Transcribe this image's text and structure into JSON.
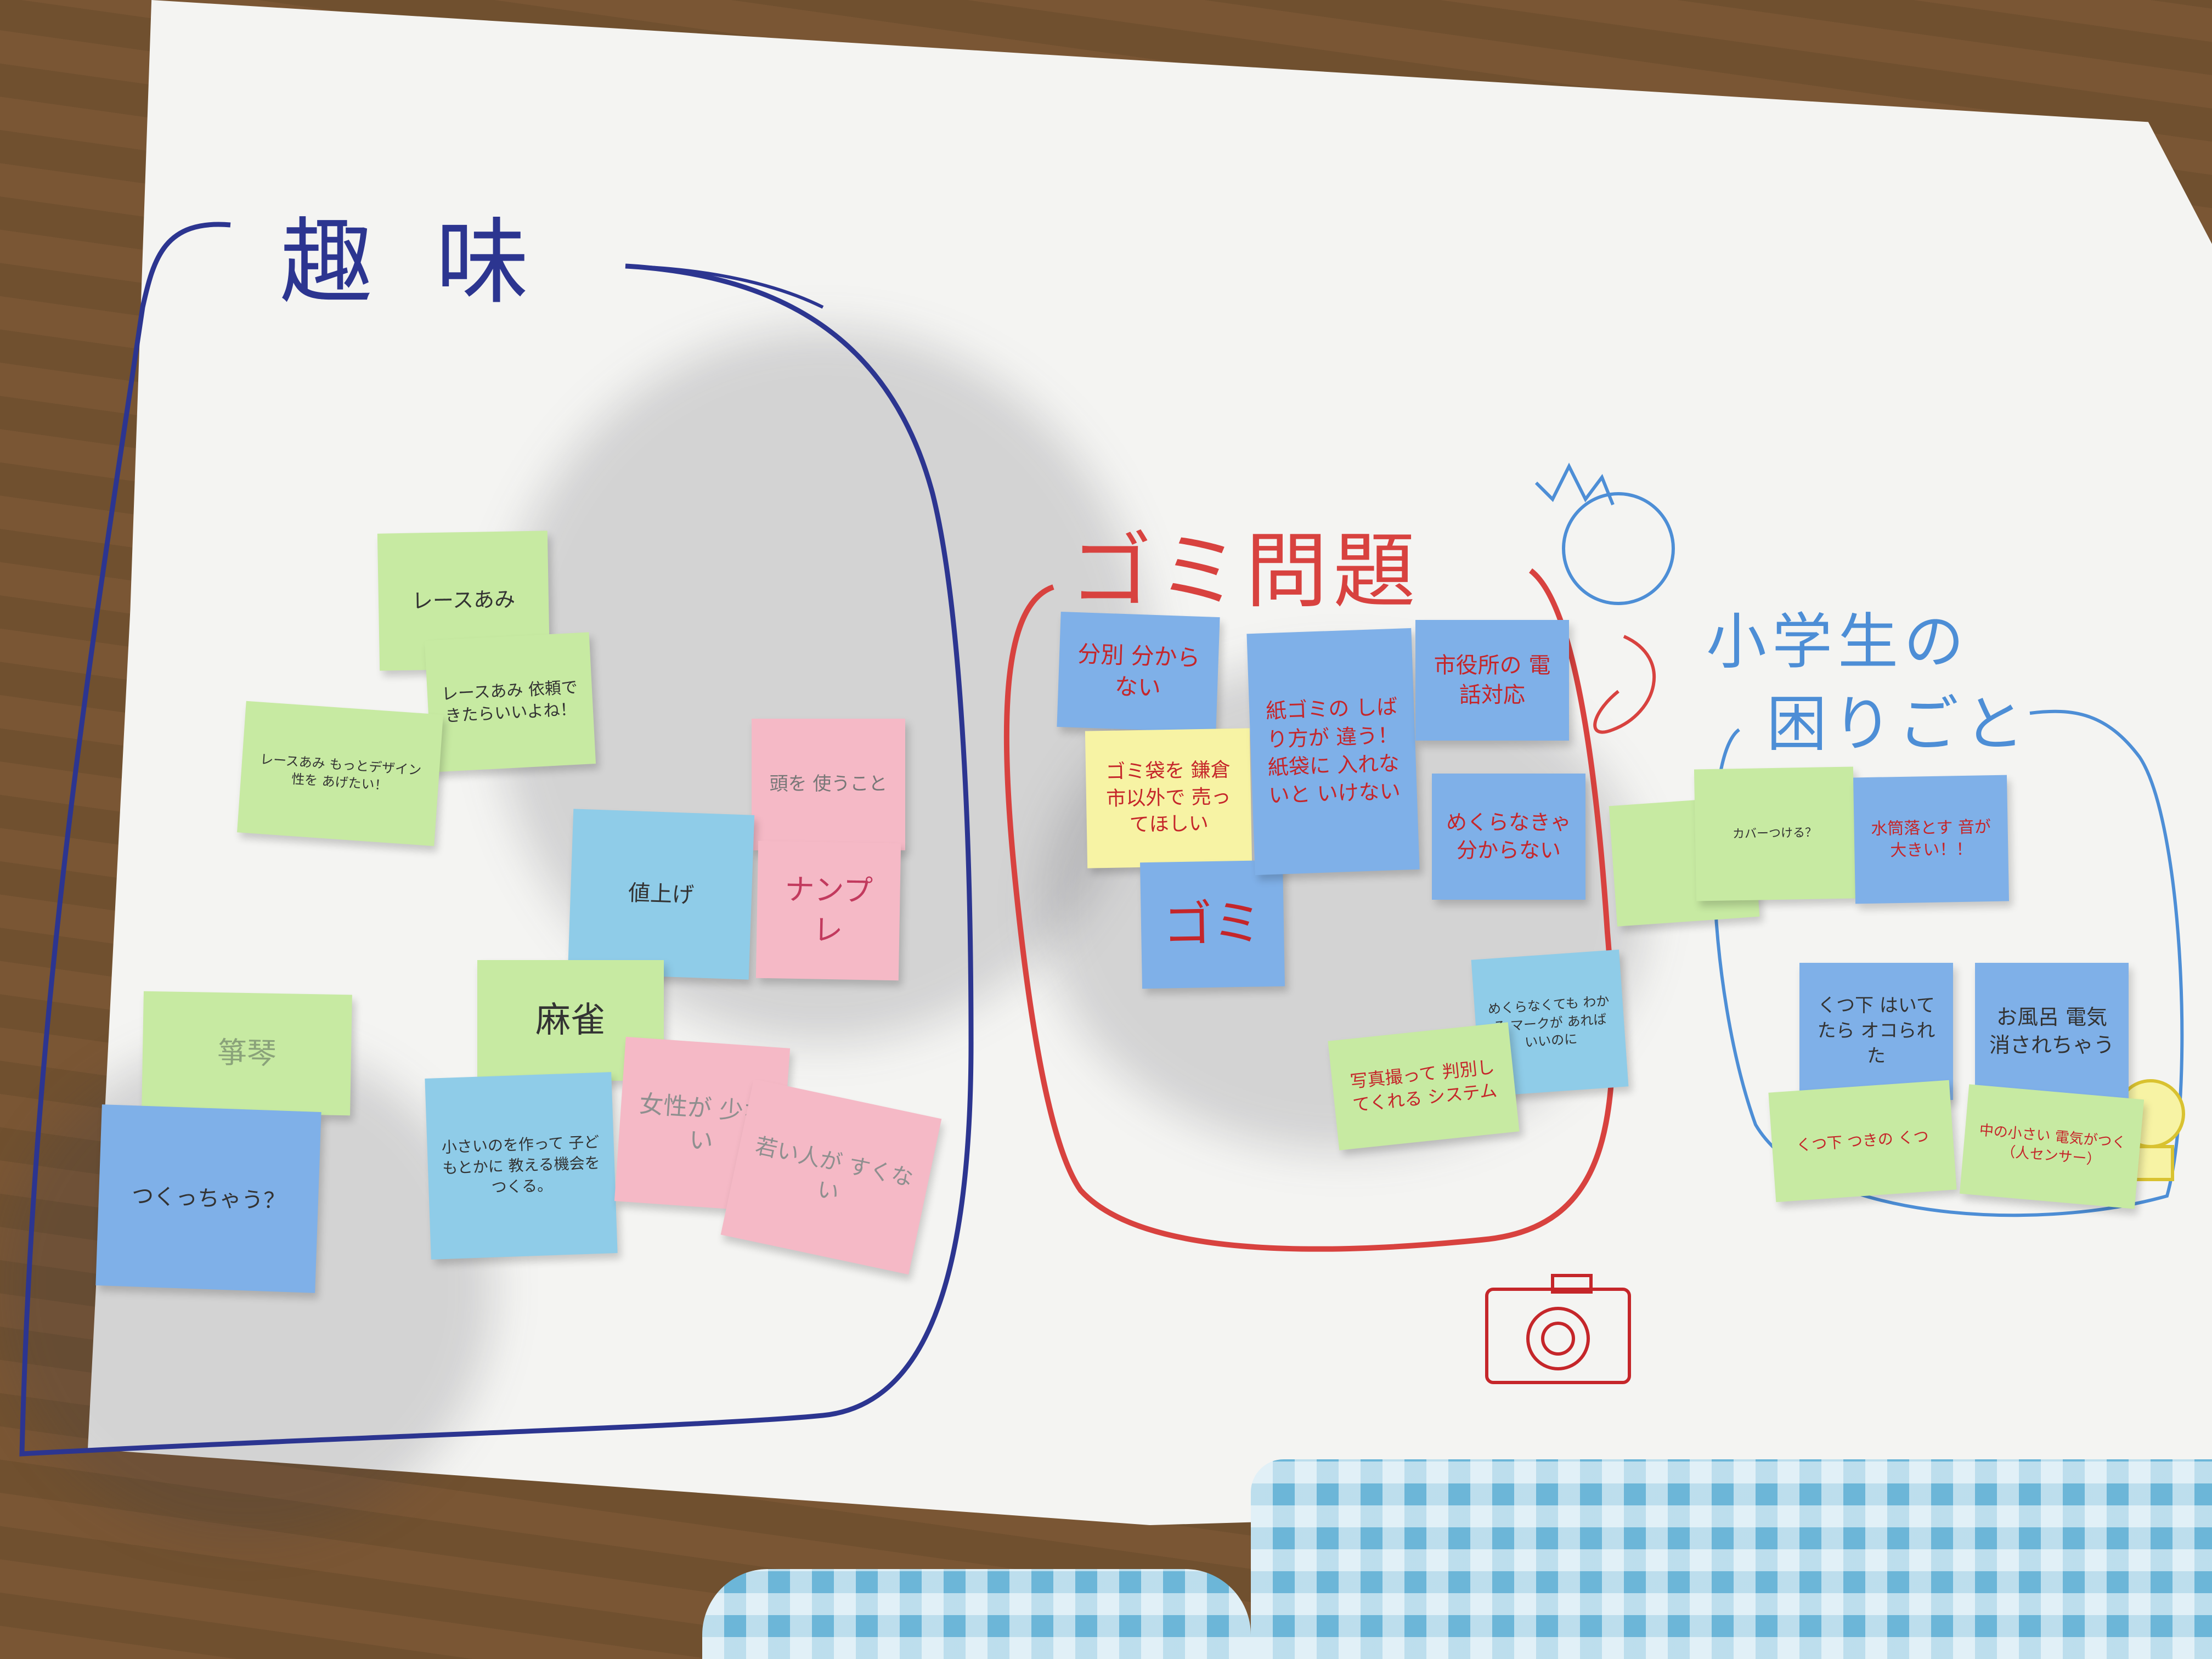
{
  "sections": {
    "hobby": {
      "title": "趣 味"
    },
    "garbage": {
      "title": "ゴミ問題"
    },
    "student": {
      "title_line1": "小学生の",
      "title_line2": "困りごと"
    }
  },
  "notes": {
    "hobby": {
      "lace": "レースあみ",
      "lace_request": "レースあみ 依頼できたらいいよね！",
      "small_design": "レースあみ もっとデザイン性を あげたい！",
      "head": "頭を 使うこと",
      "price": "値上げ",
      "numpre": "ナンプレ",
      "koto": "箏琴",
      "make": "つくっちゃう？",
      "mahjong": "麻雀",
      "teach": "小さいのを作って 子どもとかに 教える機会を つくる。",
      "women": "女性が 少ない",
      "young": "若い人が すくない"
    },
    "garbage": {
      "sorting": "分別 分からない",
      "bag": "ゴミ袋を 鎌倉市以外で 売ってほしい",
      "gomi": "ゴミ",
      "paper_tie": "紙ゴミの しばり方が 違う！ 紙袋に 入れないと いけない",
      "city_hall": "市役所の 電話対応",
      "dont_know": "めくらなきゃ 分からない",
      "mark": "めくらなくても わかる マークが あればいいのに",
      "photo": "写真撮って 判別してくれる システム"
    },
    "student": {
      "cover": "カバーつける？",
      "water_sound": "水筒落とす 音が 大きい！！",
      "shoes": "くつ下 はいてたら オコられた",
      "bath": "お風呂 電気 消されちゃう",
      "shoes_fix": "くつ下 つきの くつ",
      "light": "中の小さい 電気がつく （人センサー）"
    }
  },
  "colors": {
    "hobby_line": "#2c3590",
    "garbage_line": "#d8423f",
    "student_line": "#4d8ed6"
  }
}
